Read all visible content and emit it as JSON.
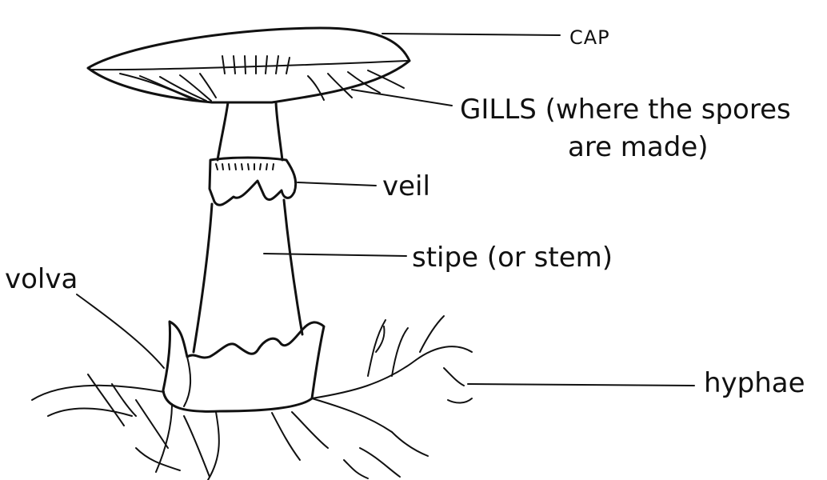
{
  "diagram": {
    "labels": {
      "cap": "CAP",
      "gills_line1": "GILLS (where the spores",
      "gills_line2": "are made)",
      "veil": "veil",
      "stipe": "stipe (or stem)",
      "volva": "volva",
      "hyphae": "hyphae"
    }
  }
}
